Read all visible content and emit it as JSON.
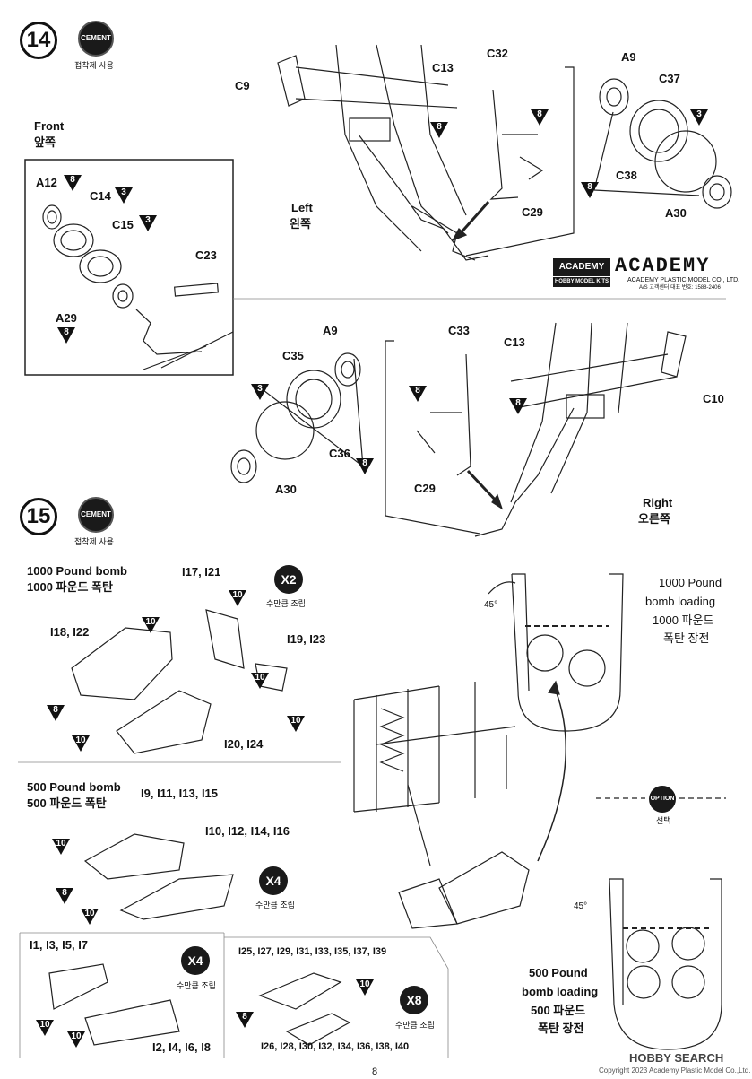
{
  "page_number": "8",
  "step14": {
    "number": "14",
    "cement_label": "CEMENT",
    "cement_korean": "접착제 사용",
    "front_label": "Front",
    "front_korean": "앞쪽",
    "left_label": "Left",
    "left_korean": "왼쪽",
    "right_label": "Right",
    "right_korean": "오른쪽",
    "front_parts": [
      "A12",
      "C14",
      "C15",
      "C23",
      "A29"
    ],
    "front_paints": [
      "8",
      "3",
      "3",
      "8"
    ],
    "left_parts": [
      "C9",
      "C13",
      "C32",
      "A9",
      "C37",
      "C38",
      "A30",
      "C29"
    ],
    "left_paints": [
      "8",
      "8",
      "3",
      "8"
    ],
    "right_parts": [
      "A9",
      "C33",
      "C13",
      "C35",
      "C10",
      "C36",
      "C29",
      "A30"
    ],
    "right_paints": [
      "3",
      "8",
      "8",
      "8"
    ]
  },
  "brand": {
    "badge_top": "ACADEMY",
    "badge_bottom": "HOBBY MODEL KITS",
    "wordmark": "ACADEMY",
    "company": "ACADEMY PLASTIC MODEL CO., LTD.",
    "service": "A/S 고객센터 대표 번호: 1588-2406"
  },
  "step15": {
    "number": "15",
    "cement_label": "CEMENT",
    "cement_korean": "접착제 사용",
    "bomb1000_title": "1000 Pound bomb",
    "bomb1000_korean": "1000 파운드 폭탄",
    "bomb1000_parts": [
      "I17, I21",
      "I18, I22",
      "I19, I23",
      "I20, I24"
    ],
    "bomb1000_paints": [
      "10",
      "10",
      "10",
      "8",
      "10",
      "10"
    ],
    "x2": "X2",
    "x2_korean": "수만큼 조립",
    "bomb1000_loading": [
      "1000 Pound",
      "bomb loading",
      "1000 파운드",
      "폭탄 장전"
    ],
    "angle1": "45°",
    "bomb500_title": "500 Pound bomb",
    "bomb500_korean": "500 파운드 폭탄",
    "bomb500_parts": [
      "I9, I11, I13, I15",
      "I10, I12, I14, I16"
    ],
    "bomb500_paints": [
      "10",
      "8",
      "10"
    ],
    "x4": "X4",
    "x4_korean": "수만큼 조립",
    "option": "OPTION",
    "option_korean": "선택",
    "angle2": "45°",
    "bomb500_loading": [
      "500 Pound",
      "bomb loading",
      "500 파운드",
      "폭탄 장전"
    ],
    "sub1_parts": [
      "I1, I3, I5, I7",
      "I2, I4, I6, I8"
    ],
    "sub1_paints": [
      "10",
      "10"
    ],
    "x4b": "X4",
    "x4b_korean": "수만큼 조립",
    "sub2_parts": [
      "I25, I27, I29, I31, I33, I35, I37, I39",
      "I26, I28, I30, I32, I34, I36, I38, I40"
    ],
    "sub2_paints": [
      "10",
      "8"
    ],
    "x8": "X8",
    "x8_korean": "수만큼 조립"
  },
  "footer": {
    "watermark": "HOBBY SEARCH",
    "copyright": "Copyright 2023 Academy Plastic Model Co.,Ltd."
  }
}
